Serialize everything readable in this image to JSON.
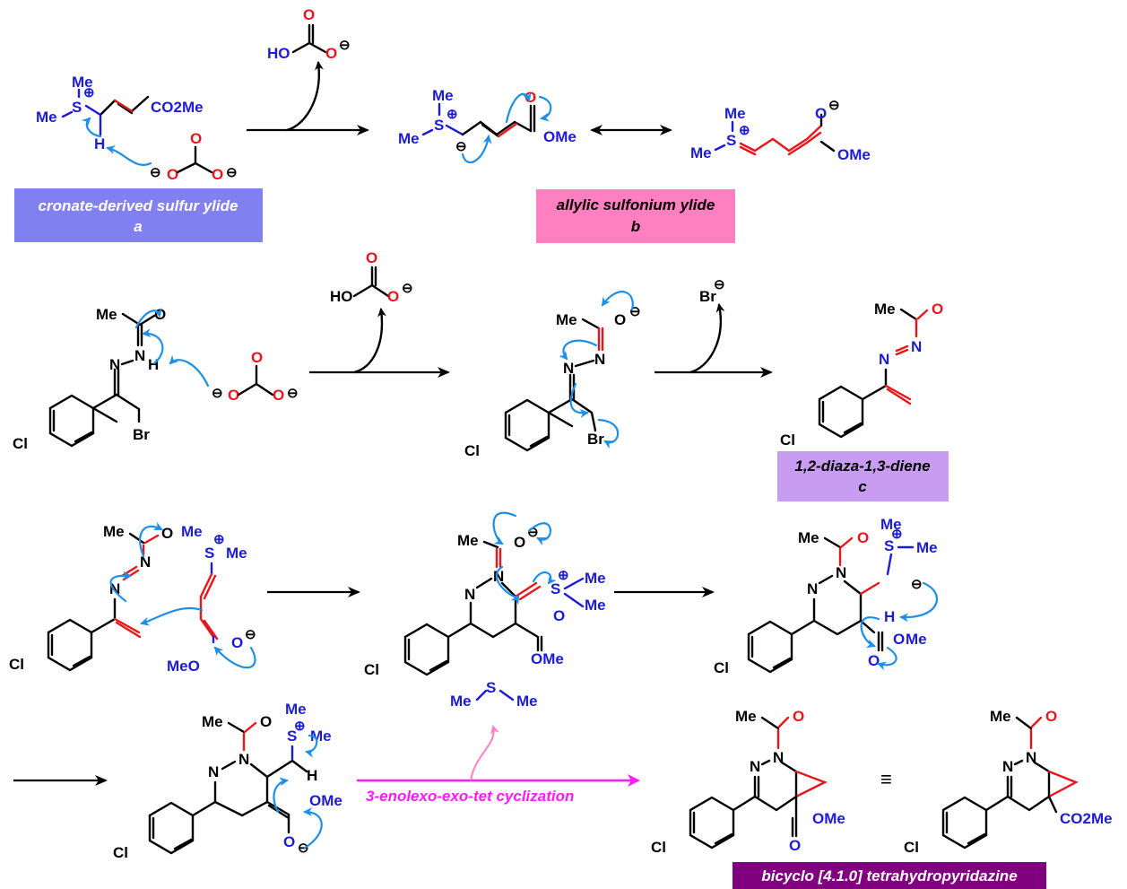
{
  "colors": {
    "blue_atoms": "#1c1cd6",
    "red_bonds": "#e8161a",
    "curved_arrows": "#1e8fe6",
    "magenta_arrow": "#ff1aff",
    "label_a_bg": "#8080f0",
    "label_b_bg": "#ff80c0",
    "label_c_bg": "#c89cf0",
    "label_product_bg": "#800080"
  },
  "labels": {
    "a_line1": "cronate-derived sulfur ylide",
    "a_line2": "a",
    "b_line1": "allylic sulfonium ylide",
    "b_line2": "b",
    "c_line1": "1,2-diaza-1,3-diene",
    "c_line2": "c",
    "product": "bicyclo [4.1.0] tetrahydropyridazine",
    "cyclization": "3-enolexo-exo-tet cyclization",
    "equivalent": "≡"
  },
  "atoms": {
    "Me": "Me",
    "S": "S",
    "H": "H",
    "O": "O",
    "N": "N",
    "Cl": "Cl",
    "Br": "Br",
    "HO": "HO",
    "OMe": "OMe",
    "MeO": "MeO",
    "CO2Me": "CO2Me",
    "plus": "⊕",
    "minus": "⊖"
  }
}
